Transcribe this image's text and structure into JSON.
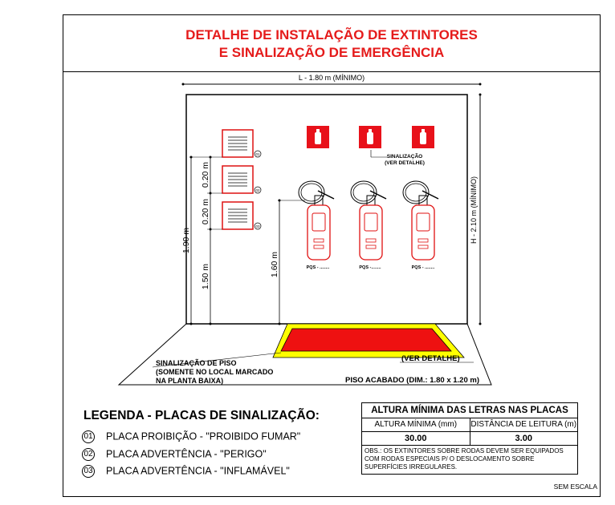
{
  "title": {
    "line1": "DETALHE DE INSTALAÇÃO DE EXTINTORES",
    "line2": "E SINALIZAÇÃO DE EMERGÊNCIA"
  },
  "dimensions": {
    "width": "L - 1.80 m (MÍNIMO)",
    "height": "H - 2.10 m (MÍNIMO)",
    "plates_total": "1.90 m",
    "plates_base": "1.50 m",
    "plates_gap1": "0.20 m",
    "plates_gap2": "0.20 m",
    "extinguisher_height": "1.60 m"
  },
  "labels": {
    "signage": "SINALIZAÇÃO",
    "signage_detail": "(VER DETALHE)",
    "floor_signage_1": "SINALIZAÇÃO DE PISO",
    "floor_signage_2": "(SOMENTE NO LOCAL MARCADO",
    "floor_signage_3": "NA PLANTA BAIXA)",
    "floor_detail": "(VER DETALHE)",
    "finished_floor": "PISO ACABADO (DIM.: 1.80 x 1.20 m)",
    "extinguisher_1": "PQS - ........",
    "extinguisher_2": "PQS -........",
    "extinguisher_3": "PQS - ........"
  },
  "plate_markers": [
    "01",
    "02",
    "03"
  ],
  "legend": {
    "title": "LEGENDA - PLACAS DE SINALIZAÇÃO:",
    "items": [
      {
        "num": "01",
        "label": "PLACA PROIBIÇÃO - \"PROIBIDO FUMAR\""
      },
      {
        "num": "02",
        "label": "PLACA ADVERTÊNCIA - \"PERIGO\""
      },
      {
        "num": "03",
        "label": "PLACA ADVERTÊNCIA - \"INFLAMÁVEL\""
      }
    ]
  },
  "table": {
    "header": "ALTURA MÍNIMA DAS LETRAS NAS PLACAS",
    "columns": [
      "ALTURA MÍNIMA (mm)",
      "DISTÂNCIA DE LEITURA (m)"
    ],
    "values": [
      "30.00",
      "3.00"
    ],
    "obs": "OBS.: OS EXTINTORES SOBRE RODAS DEVEM SER EQUIPADOS COM RODAS  ESPECIAIS P/ O DESLOCAMENTO SOBRE SUPERFÍCIES IRREGULARES."
  },
  "scale_note": "SEM ESCALA",
  "colors": {
    "title": "#e51b1b",
    "sign_red": "#e8111a",
    "floor_yellow": "#ffff00",
    "floor_red": "#ee1111",
    "extinguisher_stroke": "#e01010"
  }
}
